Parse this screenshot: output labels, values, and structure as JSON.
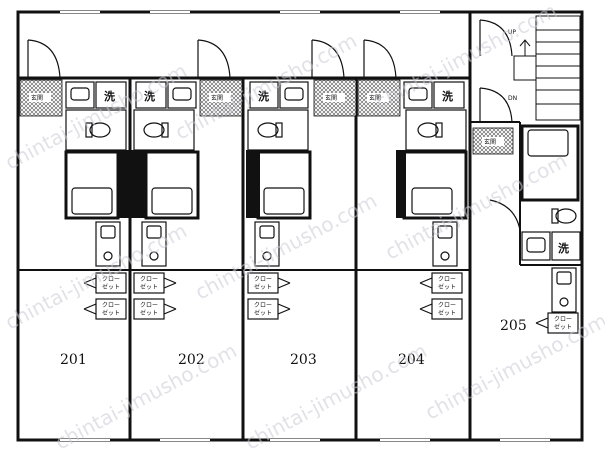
{
  "rooms": [
    {
      "label": "201"
    },
    {
      "label": "202"
    },
    {
      "label": "203"
    },
    {
      "label": "204"
    },
    {
      "label": "205"
    }
  ],
  "labels": {
    "genkan": "玄関",
    "wash": "洗",
    "closet_top": "クロー",
    "closet_bottom": "ゼット",
    "up": "UP",
    "dn": "DN"
  },
  "watermark": "chintai-jimusho.com"
}
